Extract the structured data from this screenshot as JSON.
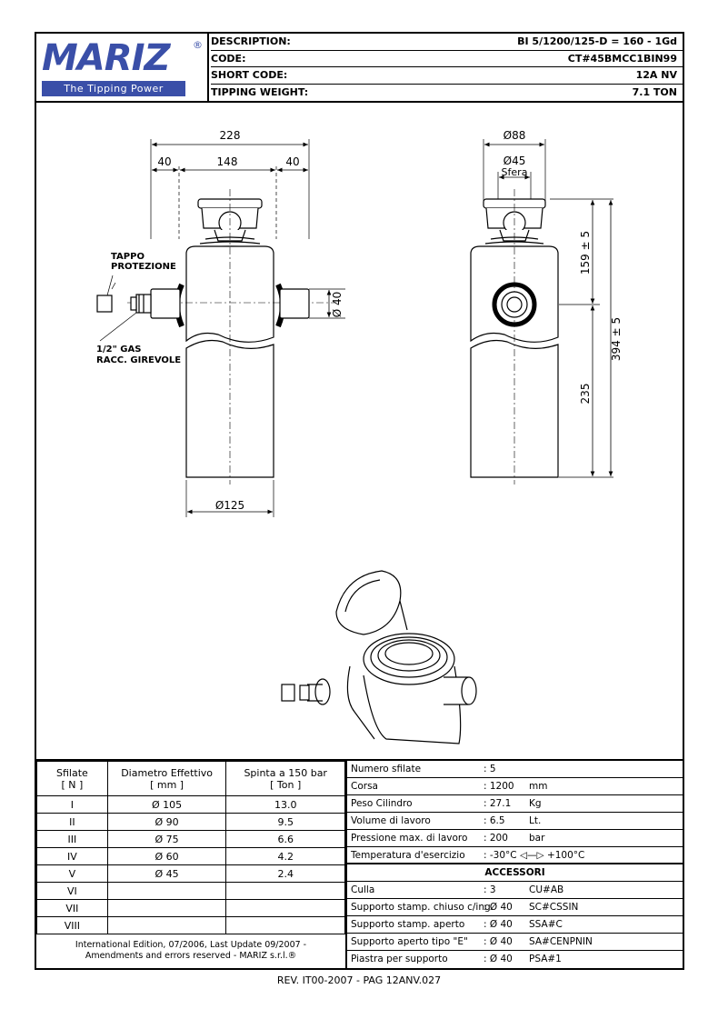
{
  "header": {
    "logo": "MARIZ",
    "logo_reg": "®",
    "tagline": "The Tipping Power",
    "rows": [
      {
        "key": "DESCRIPTION:",
        "value": "BI 5/1200/125-D = 160 - 1Gd"
      },
      {
        "key": "CODE:",
        "value": "CT#45BMCC1BIN99"
      },
      {
        "key": "SHORT CODE:",
        "value": "12A NV"
      },
      {
        "key": "TIPPING WEIGHT:",
        "value": "7.1 TON"
      }
    ]
  },
  "drawing": {
    "dims_front": {
      "total": "228",
      "left": "40",
      "mid": "148",
      "right": "40",
      "side_dia": "Ø 40",
      "base_dia": "Ø125"
    },
    "label_cap": "TAPPO",
    "label_cap2": "PROTEZIONE",
    "label_gas": "1/2\" GAS",
    "label_gas2": "RACC. GIREVOLE",
    "dims_side": {
      "top_dia": "Ø88",
      "sphere_dia": "Ø45",
      "sphere_label": "Sfera",
      "h1": "159 ± 5",
      "h_total": "394 ± 5",
      "h2": "235"
    }
  },
  "stages_table": {
    "headers": [
      {
        "line1": "Sfilate",
        "line2": "[ N ]"
      },
      {
        "line1": "Diametro Effettivo",
        "line2": "[ mm ]"
      },
      {
        "line1": "Spinta a 150 bar",
        "line2": "[ Ton ]"
      }
    ],
    "rows": [
      {
        "n": "I",
        "dia": "Ø 105",
        "thrust": "13.0"
      },
      {
        "n": "II",
        "dia": "Ø 90",
        "thrust": "9.5"
      },
      {
        "n": "III",
        "dia": "Ø 75",
        "thrust": "6.6"
      },
      {
        "n": "IV",
        "dia": "Ø 60",
        "thrust": "4.2"
      },
      {
        "n": "V",
        "dia": "Ø 45",
        "thrust": "2.4"
      },
      {
        "n": "VI",
        "dia": "",
        "thrust": ""
      },
      {
        "n": "VII",
        "dia": "",
        "thrust": ""
      },
      {
        "n": "VIII",
        "dia": "",
        "thrust": ""
      }
    ]
  },
  "note": {
    "line1": "International Edition, 07/2006, Last Update 09/2007 -",
    "line2": "Amendments and errors reserved - MARIZ s.r.l.®"
  },
  "specs": [
    {
      "key": "Numero sfilate",
      "value": ": 5",
      "unit": ""
    },
    {
      "key": "Corsa",
      "value": ": 1200",
      "unit": "mm"
    },
    {
      "key": "Peso Cilindro",
      "value": ": 27.1",
      "unit": "Kg"
    },
    {
      "key": "Volume di lavoro",
      "value": ": 6.5",
      "unit": "Lt."
    },
    {
      "key": "Pressione max. di lavoro",
      "value": ": 200",
      "unit": "bar"
    },
    {
      "key": "Temperatura d'esercizio",
      "value": ": -30°C ◁—▷ +100°C",
      "unit": ""
    }
  ],
  "accessories": {
    "title": "ACCESSORI",
    "rows": [
      {
        "key": "Culla",
        "value": ": 3",
        "code": "CU#AB"
      },
      {
        "key": "Supporto stamp. chiuso c/ing.",
        "value": ": Ø 40",
        "code": "SC#CSSIN"
      },
      {
        "key": "Supporto stamp. aperto",
        "value": ": Ø 40",
        "code": "SSA#C"
      },
      {
        "key": "Supporto aperto tipo \"E\"",
        "value": ": Ø 40",
        "code": "SA#CENPNIN"
      },
      {
        "key": "Piastra per supporto",
        "value": ": Ø 40",
        "code": "PSA#1"
      }
    ]
  },
  "footer": "REV. IT00-2007 - PAG 12ANV.027"
}
